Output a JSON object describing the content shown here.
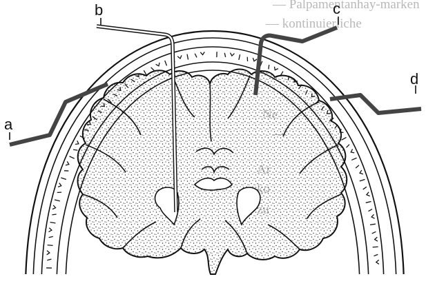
{
  "labels": {
    "a": "a",
    "b": "b",
    "c": "c",
    "d": "d"
  },
  "background_text": [
    "— Palpamentanhay-marken",
    "— kontinuierliche",
    "Ne",
    "—",
    "Ar",
    "ko",
    "zu"
  ],
  "colors": {
    "ink": "#111111",
    "needle": "#444444",
    "paper": "#ffffff",
    "ghost": "#b9b9b9"
  }
}
